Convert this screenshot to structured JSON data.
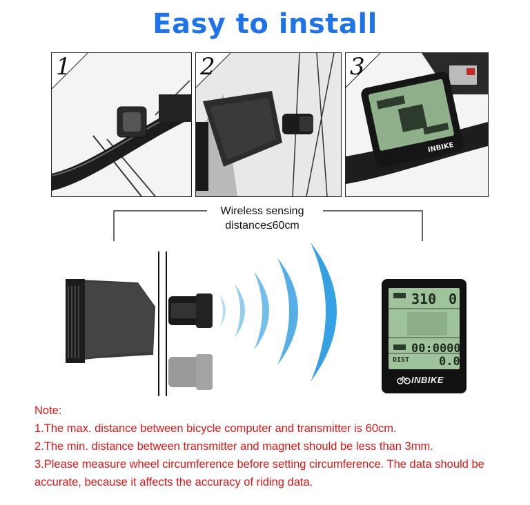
{
  "title": "Easy to install",
  "steps": [
    {
      "number": "1"
    },
    {
      "number": "2"
    },
    {
      "number": "3"
    }
  ],
  "range_label": {
    "line1": "Wireless sensing",
    "line2": "distance≤60cm"
  },
  "device": {
    "brand": "INBIKE",
    "top_digits": "310",
    "top_right_digit": "0",
    "time_digits": "00:0000",
    "dist_label": "DIST",
    "dist_value": "0.0"
  },
  "notes": {
    "heading": "Note:",
    "items": [
      "1.The max. distance between bicycle computer and transmitter is 60cm.",
      "2.The min. distance between transmitter and magnet should be less than 3mm.",
      "3.Please measure wheel circumference before setting circumference. The data should be accurate, because it affects the accuracy of riding data."
    ]
  },
  "colors": {
    "title": "#1e73e8",
    "note_text": "#e01515",
    "signal_wave": "#2a9be0",
    "lcd_screen": "#9fc39a"
  }
}
